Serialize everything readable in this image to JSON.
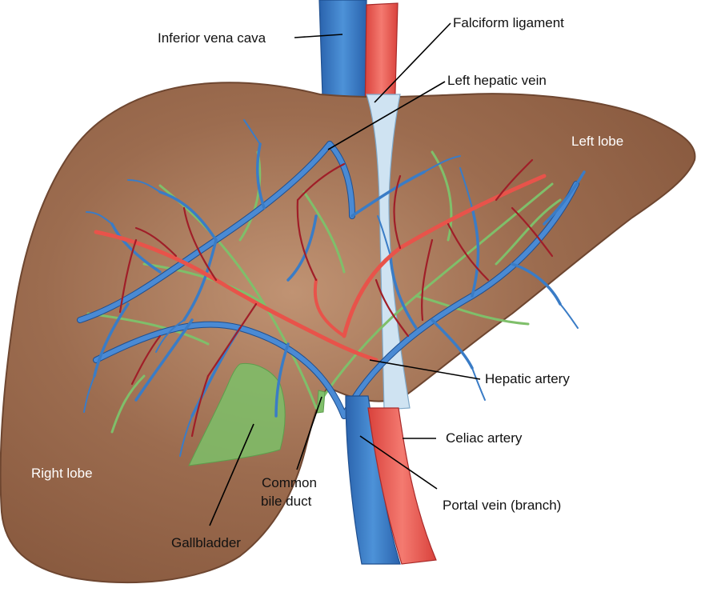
{
  "labels": {
    "inferior_vena_cava": "Inferior vena cava",
    "falciform_ligament": "Falciform ligament",
    "left_hepatic_vein": "Left hepatic vein",
    "left_lobe": "Left lobe",
    "hepatic_artery": "Hepatic artery",
    "celiac_artery": "Celiac artery",
    "portal_vein": "Portal vein (branch)",
    "common_bile_duct_line1": "Common",
    "common_bile_duct_line2": "bile duct",
    "gallbladder": "Gallbladder",
    "right_lobe": "Right lobe"
  },
  "colors": {
    "liver": "#8e6045",
    "liver_highlight": "#b88a6a",
    "vein": "#3a7cc6",
    "vein_outline": "#1f4f8f",
    "artery": "#e8534a",
    "artery_dark": "#a01e28",
    "bile": "#7fbf6a",
    "ligament": "#cfe3f2"
  }
}
